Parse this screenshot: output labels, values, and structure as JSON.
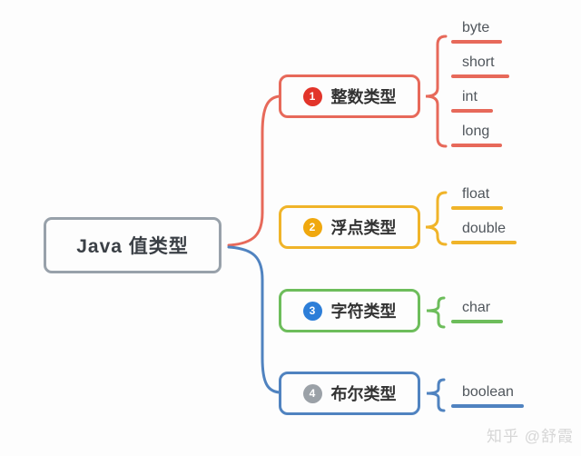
{
  "diagram": {
    "title": "Java 值类型 mind map",
    "root": {
      "label": "Java 值类型"
    },
    "branches": [
      {
        "badge": "1",
        "label": "整数类型",
        "color": "#e7695a",
        "badge_color": "#e2342a",
        "children": [
          "byte",
          "short",
          "int",
          "long"
        ]
      },
      {
        "badge": "2",
        "label": "浮点类型",
        "color": "#f0b429",
        "badge_color": "#f0a80e",
        "children": [
          "float",
          "double"
        ]
      },
      {
        "badge": "3",
        "label": "字符类型",
        "color": "#6dbd5b",
        "badge_color": "#2d7ed8",
        "children": [
          "char"
        ]
      },
      {
        "badge": "4",
        "label": "布尔类型",
        "color": "#5083c0",
        "badge_color": "#9ba1a7",
        "children": [
          "boolean"
        ]
      }
    ],
    "watermark": "知乎 @舒霞",
    "colors": {
      "root_border": "#98a1aa",
      "root_text": "#3b4046",
      "leaf_text": "#50565c",
      "background": "#fdfdfd"
    }
  }
}
